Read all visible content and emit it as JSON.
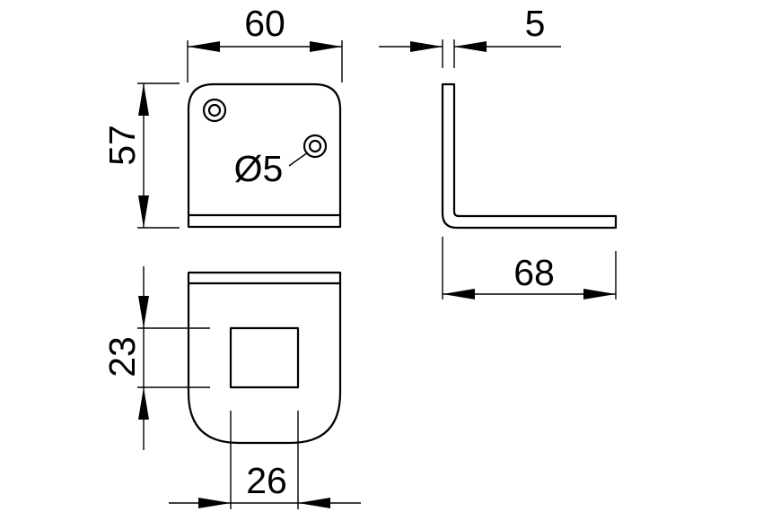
{
  "drawing": {
    "dimensions": {
      "width_top": "60",
      "thickness": "5",
      "height": "57",
      "hole": "Ø5",
      "length": "68",
      "slot_height": "23",
      "slot_width": "26"
    },
    "colors": {
      "line": "#000000",
      "background": "#ffffff"
    }
  }
}
